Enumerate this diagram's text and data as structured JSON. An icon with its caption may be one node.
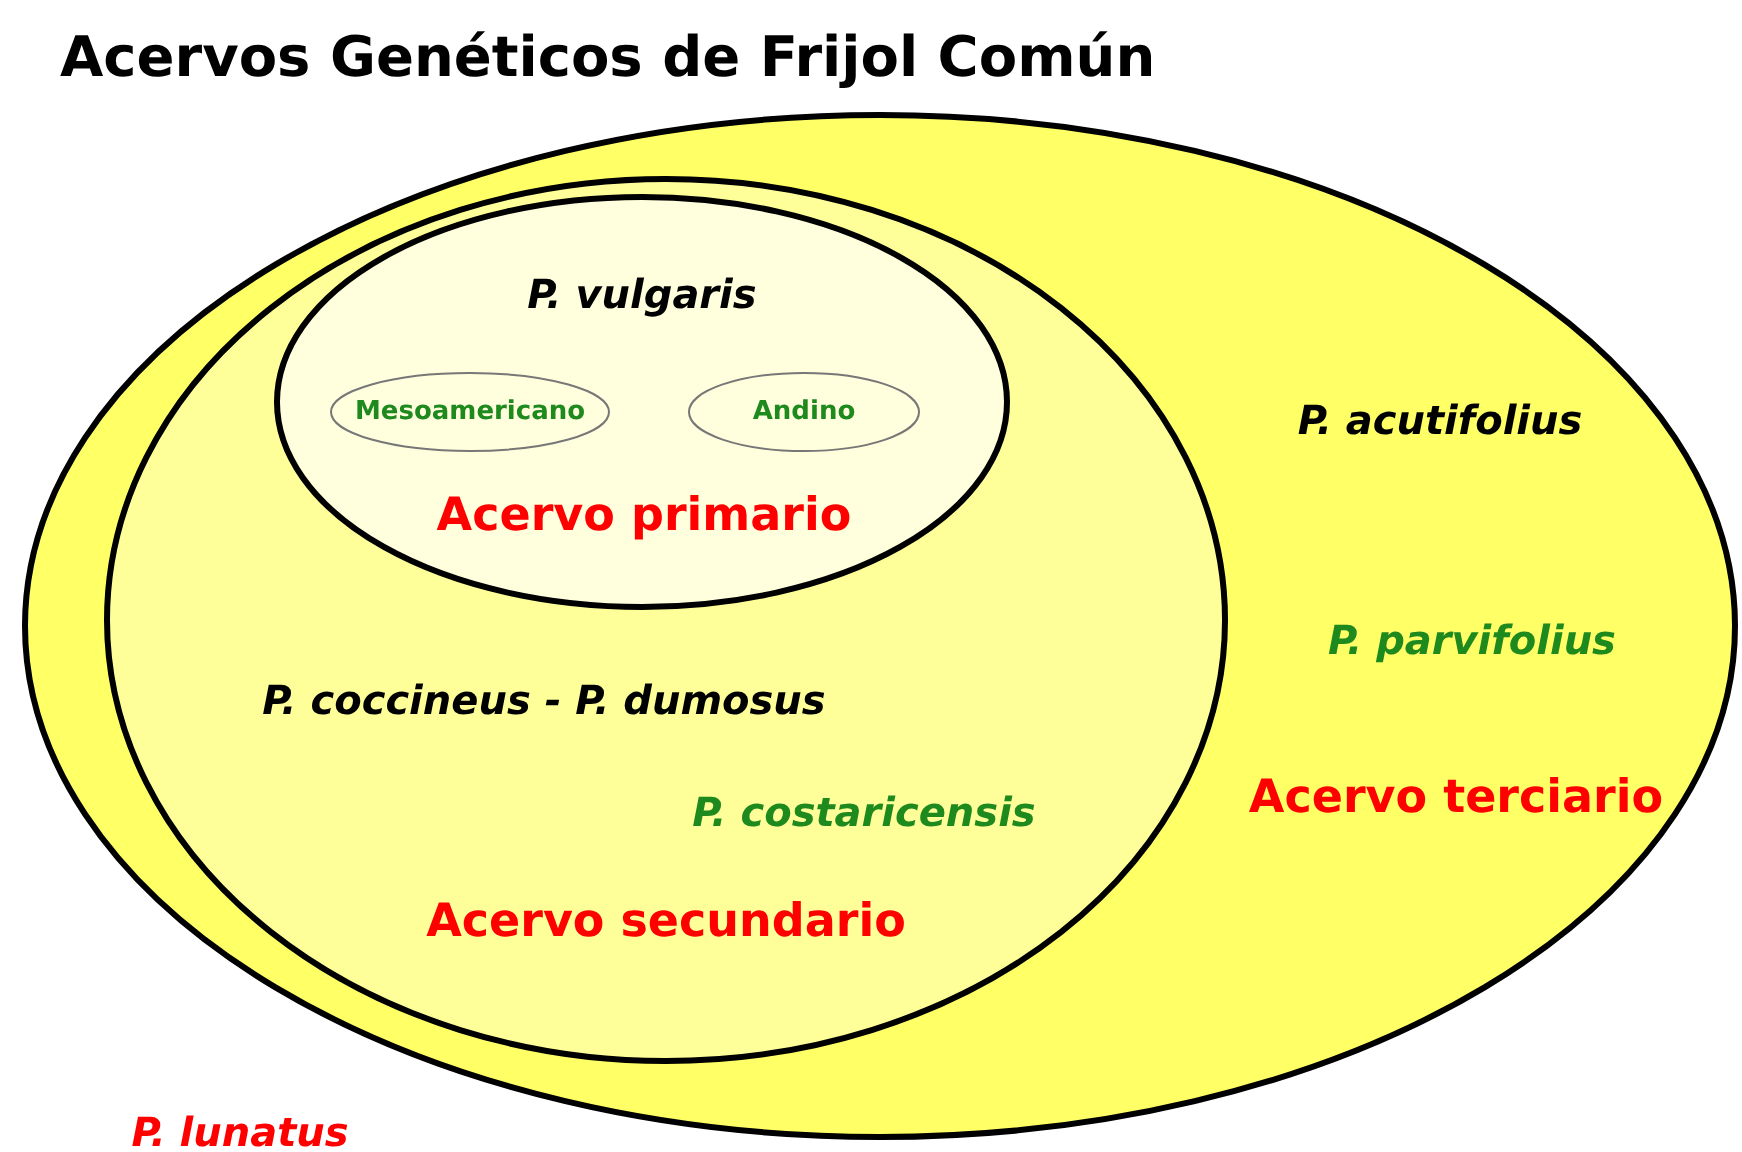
{
  "diagram": {
    "title": "Acervos Genéticos de Frijol Común",
    "nodes": [
      {
        "text": [
          "P. acutifolius",
          "P. parvifolius",
          "Acervo terciario"
        ]
      },
      {
        "text": [
          "P. coccineus - P. dumosus",
          "P. costaricensis",
          "Acervo secundario"
        ],
        "in": 0
      },
      {
        "text": [
          "P. vulgaris",
          "Acervo primario"
        ],
        "in": 1
      },
      {
        "text": [
          "Mesoamericano"
        ],
        "in": 2
      },
      {
        "text": [
          "Andino"
        ],
        "in": 2
      }
    ],
    "labels": [
      "P. lunatus"
    ]
  }
}
